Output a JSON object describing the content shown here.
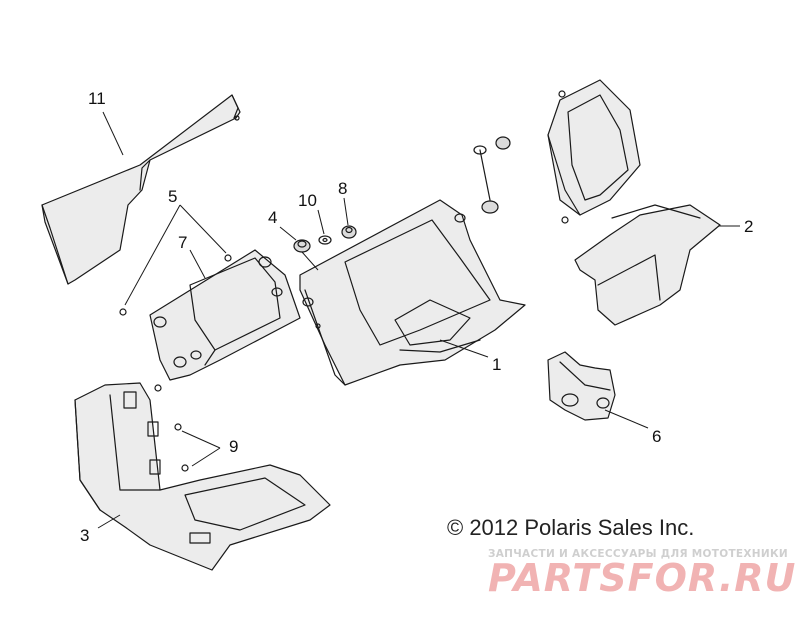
{
  "callouts": {
    "c1": "1",
    "c2": "2",
    "c3": "3",
    "c4": "4",
    "c5": "5",
    "c6": "6",
    "c7": "7",
    "c8": "8",
    "c9": "9",
    "c10": "10",
    "c11": "11"
  },
  "copyright": "© 2012 Polaris Sales Inc.",
  "watermark": {
    "subtitle": "ЗАПЧАСТИ И АКСЕССУАРЫ ДЛЯ МОТОТЕХНИКИ",
    "logo": "PARTSFOR.RU"
  }
}
